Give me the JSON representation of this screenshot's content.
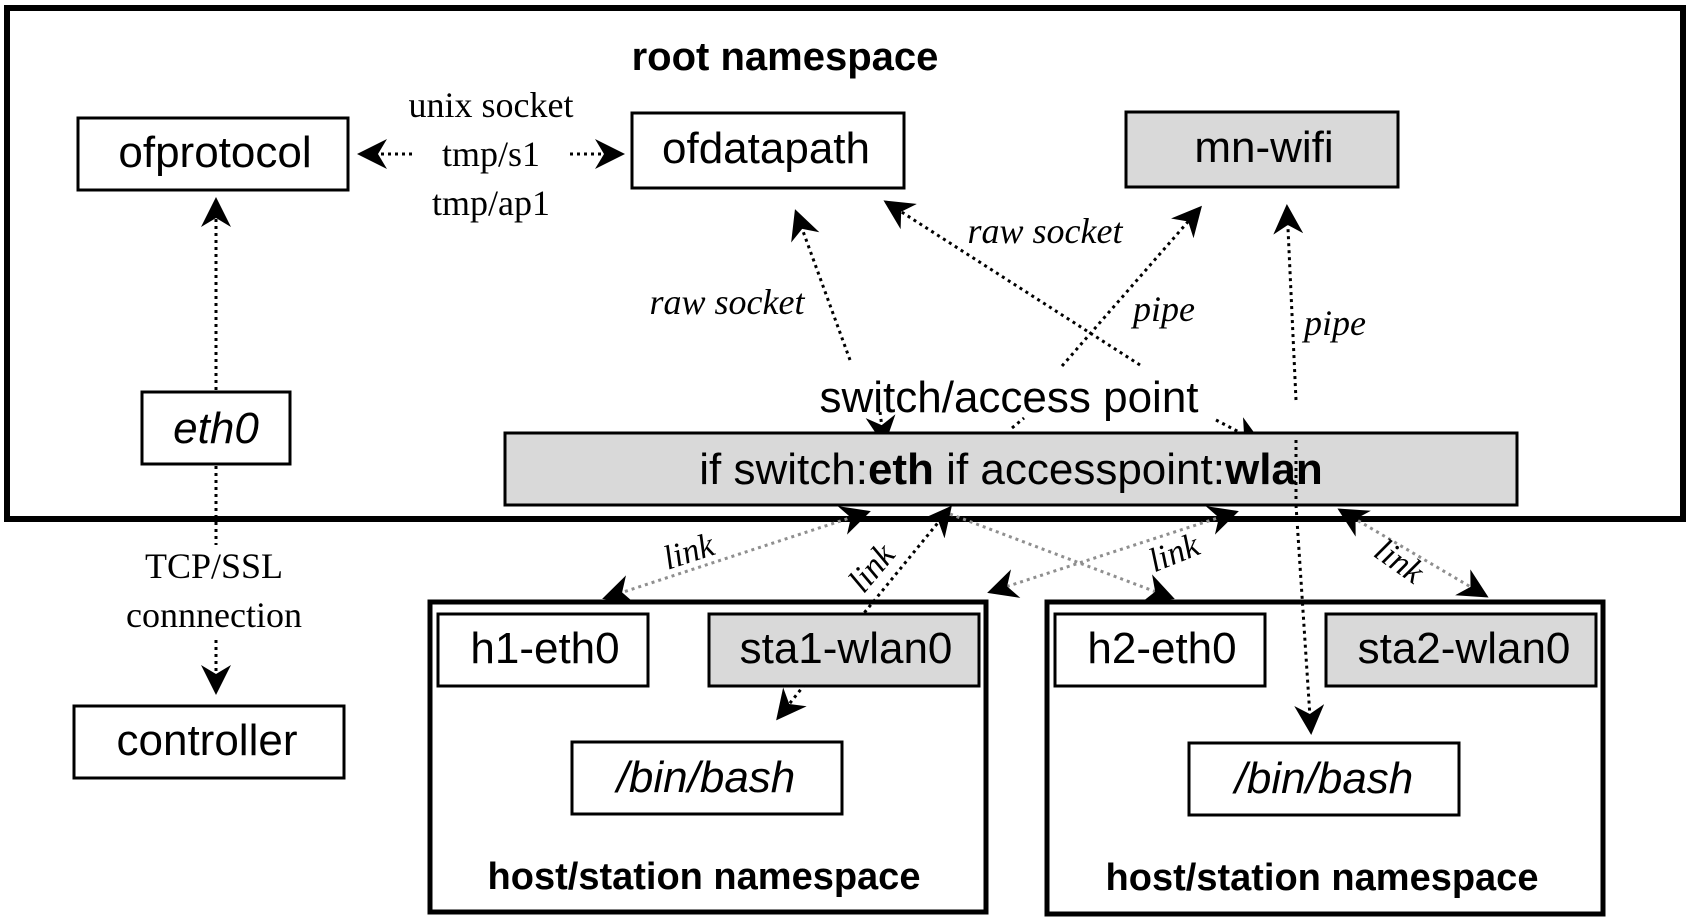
{
  "root_namespace": {
    "title": "root namespace"
  },
  "nodes": {
    "ofprotocol": "ofprotocol",
    "ofdatapath": "ofdatapath",
    "mn_wifi": "mn-wifi",
    "eth0": "eth0",
    "controller": "controller",
    "switch_ap_label": "switch/access point",
    "switch_bar": {
      "prefix": "if switch:",
      "eth": "eth",
      "middle": " if accesspoint:",
      "wlan": "wlan"
    }
  },
  "edge_labels": {
    "unix_socket": [
      "unix socket",
      "tmp/s1",
      "tmp/ap1"
    ],
    "raw_socket_left": "raw socket",
    "raw_socket_right": "raw socket",
    "pipe_mid": "pipe",
    "pipe_right": "pipe",
    "tcp_ssl": [
      "TCP/SSL",
      "connnection"
    ],
    "link_1": "link",
    "link_2": "link",
    "link_3": "link",
    "link_4": "link"
  },
  "hosts": [
    {
      "eth": "h1-eth0",
      "wlan": "sta1-wlan0",
      "shell": "/bin/bash",
      "title": "host/station namespace"
    },
    {
      "eth": "h2-eth0",
      "wlan": "sta2-wlan0",
      "shell": "/bin/bash",
      "title": "host/station namespace"
    }
  ],
  "colors": {
    "box_fill": "#ffffff",
    "shaded_fill": "#d9d9d9",
    "stroke": "#000000",
    "grey_line": "#9a9a9a"
  }
}
